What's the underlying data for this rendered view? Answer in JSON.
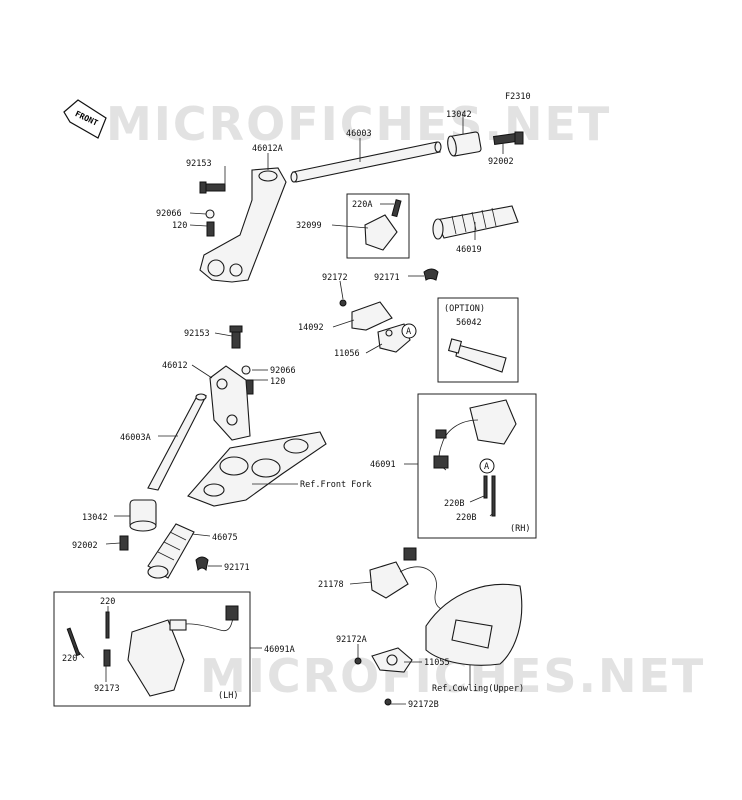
{
  "diagram_code": "F2310",
  "watermark": "MICROFICHES.NET",
  "front_tag": "FRONT",
  "labels": {
    "p13042_top": "13042",
    "p46003": "46003",
    "p92002_top": "92002",
    "p92153_top": "92153",
    "p46012A": "46012A",
    "p92066_top": "92066",
    "p120_top": "120",
    "p220A": "220A",
    "p32099": "32099",
    "p46019": "46019",
    "p92172": "92172",
    "p92171_top": "92171",
    "p14092": "14092",
    "p11056": "11056",
    "option": "(OPTION)",
    "p56042": "56042",
    "p92153_mid": "92153",
    "p46012": "46012",
    "p92066_mid": "92066",
    "p120_mid": "120",
    "p46003A": "46003A",
    "ref_front_fork": "Ref.Front Fork",
    "p46091": "46091",
    "p220B_1": "220B",
    "p220B_2": "220B",
    "rh": "(RH)",
    "p13042_low": "13042",
    "p46075": "46075",
    "p92002_low": "92002",
    "p92171_low": "92171",
    "p21178": "21178",
    "p220_top": "220",
    "p220_left": "220",
    "p46091A": "46091A",
    "p92172A": "92172A",
    "p11055": "11055",
    "p92173": "92173",
    "lh": "(LH)",
    "ref_cowling": "Ref.Cowling(Upper)",
    "p92172B": "92172B",
    "callout_a1": "A",
    "callout_a2": "A"
  }
}
